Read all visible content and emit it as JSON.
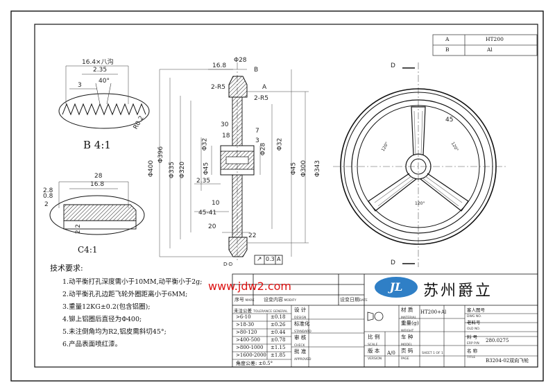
{
  "material_table": {
    "rows": [
      {
        "key": "A",
        "value": "HT200"
      },
      {
        "key": "B",
        "value": "Al"
      }
    ]
  },
  "detail_b": {
    "scale_label": "B 4:1",
    "dim_top": "16.4×八沟",
    "dim_235": "2.35",
    "dim_3": "3",
    "dim_angle": "40°",
    "dim_r02": "R0.2"
  },
  "detail_c": {
    "scale_label": "C4:1",
    "dim_28": "28",
    "dim_168": "16.8",
    "dim_28x": "2.8",
    "dim_08": "0.8",
    "dim_2": "2",
    "dim_22": "2.2"
  },
  "section": {
    "view_label": "D-D",
    "dims": {
      "d_168": "16.8",
      "d_28": "Φ28",
      "b_label": "B",
      "a_label": "A",
      "r5_left": "2-R5",
      "r5_right": "2-R5",
      "d_30": "30",
      "d_18": "18",
      "d_7": "7",
      "d_3": "3",
      "d_400": "Φ400",
      "d_396": "Φ396",
      "d_335": "Φ335",
      "d_320": "Φ320",
      "d_32a": "Φ32",
      "d_32b": "Φ32",
      "d_45a": "Φ45",
      "d_45b": "Φ45",
      "d_300": "Φ300",
      "d_343": "Φ343",
      "d_235": "2.35",
      "d_10": "10",
      "d_4541": "45-41",
      "d_20": "20",
      "d_22": "22"
    },
    "tolerance_symbol": "↗",
    "tolerance_value": "0.3",
    "tolerance_datum": "A"
  },
  "front_view": {
    "d_top": "D",
    "d_bottom": "D",
    "dim_45": "45",
    "ang_1": "120°",
    "ang_2": "120°",
    "ang_3": "120°"
  },
  "notes": {
    "title": "技术要求:",
    "items": [
      "1.动平衡打孔深度需小于10MM,动平衡小于2g;",
      "2.动平衡孔孔边距飞轮外圈距离小于6MM;",
      "3.重量12KG±0.2(包含铝圈);",
      "4.铆上铝圈后直径为Φ400;",
      "5.未注倒角均为R2,铝皮需斜切45°;",
      "6.产品表面喷红漆。"
    ]
  },
  "watermark": "www.jdw2.com",
  "title_block": {
    "logo_text": "JL",
    "company": "苏州爵立",
    "seq_label": "序号",
    "seq_en": "MARK",
    "change_label": "设变内容",
    "change_en": "MODIFY",
    "date_label": "设变日期",
    "date_en": "DATE",
    "tol_header": "未注公差",
    "tol_header_en": "TOLERANCE GENERAL",
    "tol_rows": [
      {
        "range": ">6-10",
        "val": "±0.18"
      },
      {
        "range": ">18-30",
        "val": "±0.26"
      },
      {
        "range": ">80-120",
        "val": "±0.44"
      },
      {
        "range": ">400-500",
        "val": "±0.78"
      },
      {
        "range": ">800-1000",
        "val": "±1.15"
      },
      {
        "range": ">1600-2000",
        "val": "±1.85"
      }
    ],
    "angle_tol": "角度公差: ±0.5°",
    "design": "设 计",
    "design_en": "DESIGN",
    "standard": "标准化",
    "standard_en": "STANDARD",
    "check": "审 核",
    "check_en": "CHECK",
    "approve": "批 准",
    "approve_en": "APPROVED",
    "material_label": "材 质",
    "material_en": "MATERIAL",
    "material_value": "HT200+Al",
    "weight_label": "重量(g)",
    "weight_en": "WEIGHT",
    "scale_label": "比 例",
    "scale_en": "SCALE",
    "model_label": "车 种",
    "model_en": "MODEL",
    "version_label": "版 本",
    "version_en": "VERSION",
    "version_value": "A/0",
    "page_label": "页 码",
    "page_en": "PAGE",
    "page_value": "SHEET 1 OF 1",
    "part_no_label": "客人图号",
    "part_no_en": "DWG NO.",
    "old_no_label": "老料号",
    "old_no_en": "OLD NO.",
    "erp_label": "料 号",
    "erp_en": "ERP P/N",
    "erp_value": "280.0275",
    "title_label": "名 称",
    "title_en": "TITLE",
    "title_value": "B3204-02双向飞轮"
  }
}
